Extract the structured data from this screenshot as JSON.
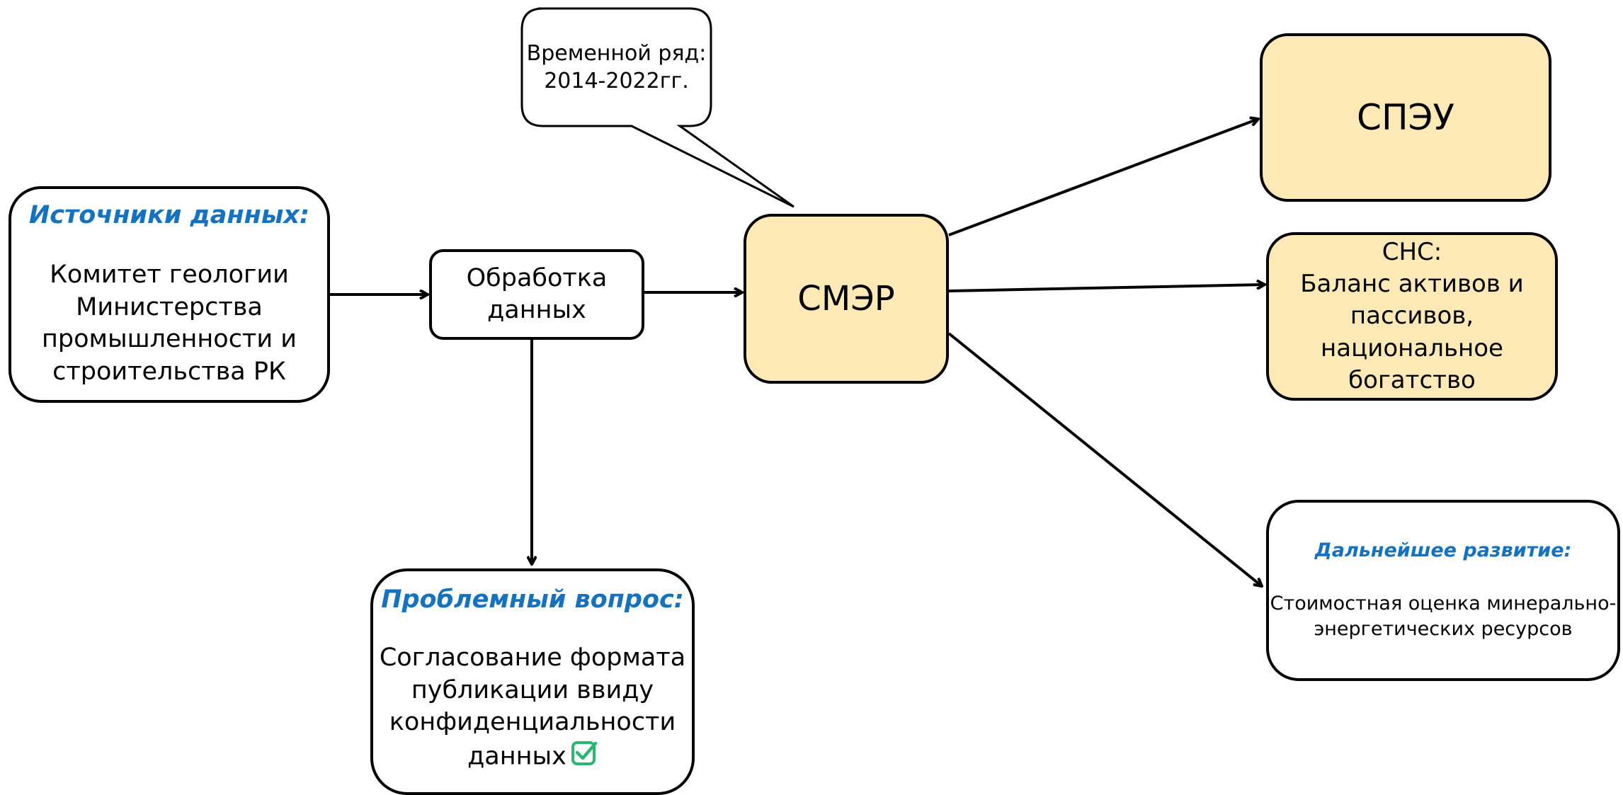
{
  "callout": {
    "line1": "Временной ряд:",
    "line2": "2014-2022гг."
  },
  "sources": {
    "heading": "Источники данных:",
    "lines": [
      "Комитет геологии",
      "Министерства",
      "промышленности и",
      "строительства РК"
    ]
  },
  "processing": {
    "lines": [
      "Обработка",
      "данных"
    ]
  },
  "smer": {
    "label": "СМЭР"
  },
  "speu": {
    "label": "СПЭУ"
  },
  "sns": {
    "lines": [
      "СНС:",
      "Баланс активов и",
      "пассивов,",
      "национальное",
      "богатство"
    ]
  },
  "problem": {
    "heading": "Проблемный вопрос:",
    "lines": [
      "Согласование формата",
      "публикации ввиду",
      "конфиденциальности",
      "данных"
    ],
    "status_icon": "checkbox-checked-icon",
    "status_color": "#2bb673"
  },
  "development": {
    "heading": "Дальнейшее развитие:",
    "lines": [
      "Стоимостная оценка минерально-",
      "энергетических ресурсов"
    ]
  },
  "colors": {
    "heading": "#1572c0",
    "highlight_fill": "#fde9b5",
    "stroke": "#000000"
  }
}
